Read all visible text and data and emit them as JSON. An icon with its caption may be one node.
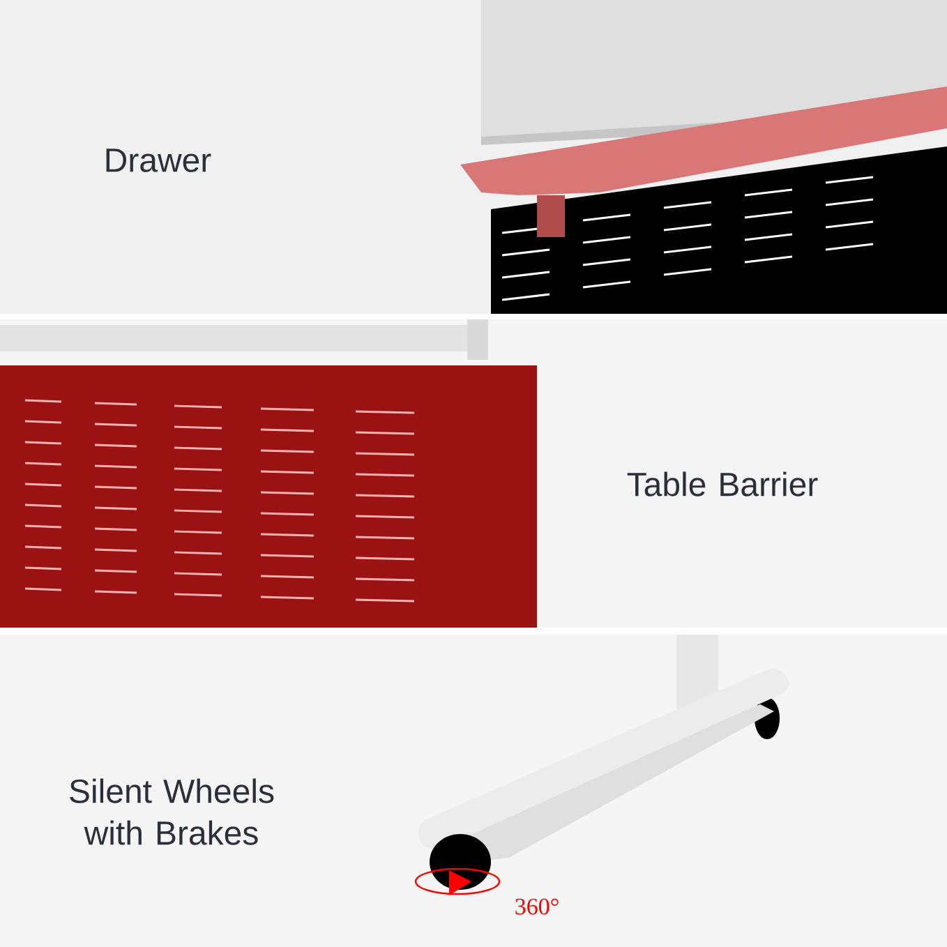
{
  "diagram": {
    "labels": [
      "Drawer",
      "Table Barrier",
      "Silent Wheels with Brakes",
      "360°"
    ]
  }
}
